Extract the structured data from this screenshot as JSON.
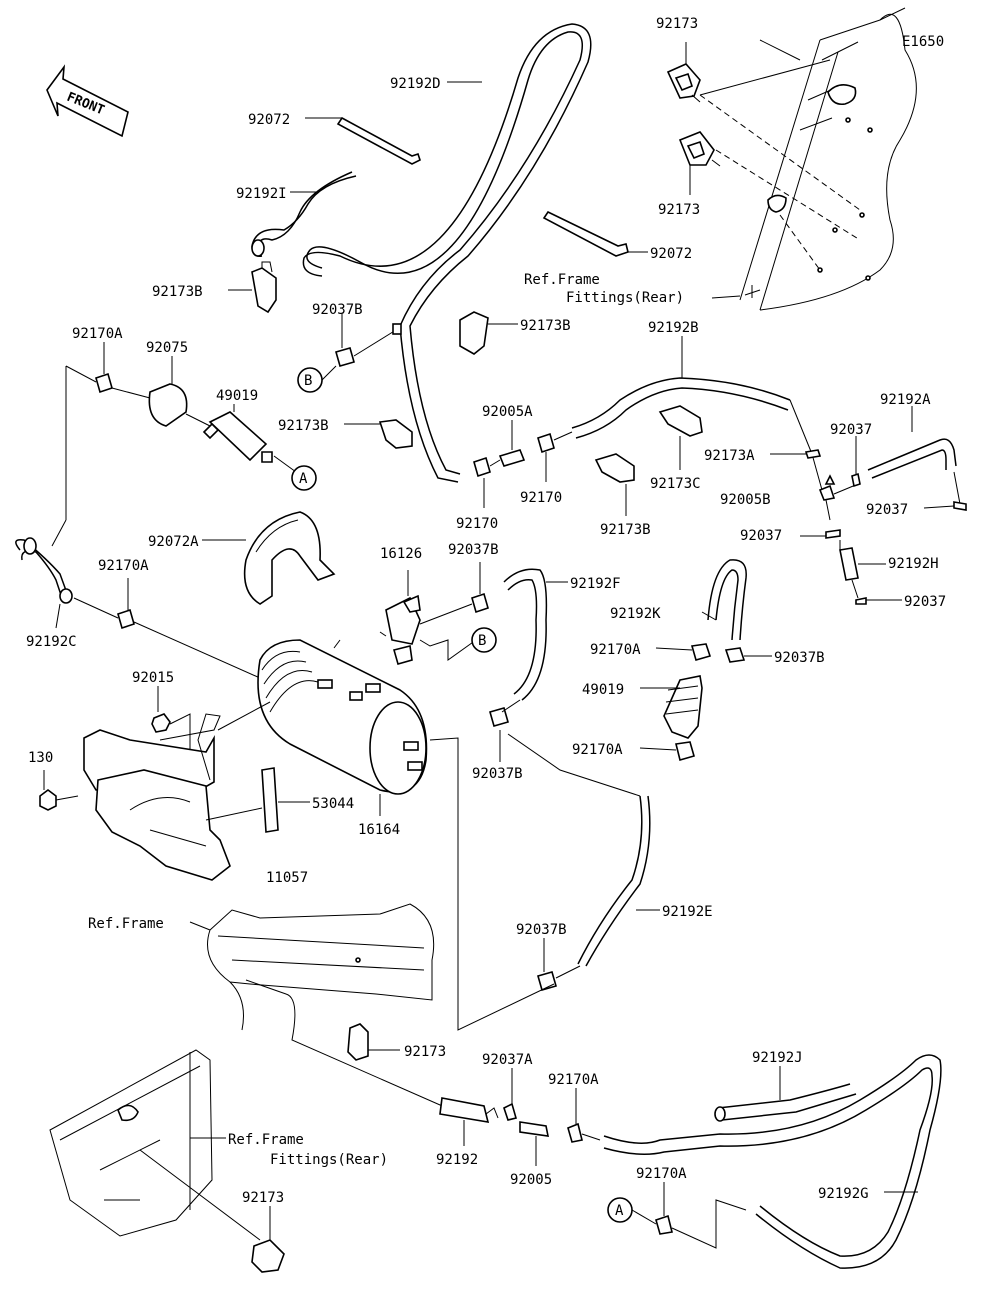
{
  "diagram_code": "E1650",
  "front_label": "FRONT",
  "refs": {
    "ref_frame_fittings_1_line1": "Ref.Frame",
    "ref_frame_fittings_1_line2": "Fittings(Rear)",
    "ref_frame": "Ref.Frame",
    "ref_frame_fittings_2_line1": "Ref.Frame",
    "ref_frame_fittings_2_line2": "Fittings(Rear)"
  },
  "callouts": {
    "A": "A",
    "B": "B"
  },
  "labels": {
    "p92173_a": "92173",
    "p92173_b": "92173",
    "p92192D": "92192D",
    "p92072_a": "92072",
    "p92192I": "92192I",
    "p92072_b": "92072",
    "p92173B_a": "92173B",
    "p92037B_a": "92037B",
    "p92173B_b": "92173B",
    "p92192B": "92192B",
    "p92170A_a": "92170A",
    "p92075": "92075",
    "p49019_a": "49019",
    "p92173B_c": "92173B",
    "p92005A": "92005A",
    "p92192A": "92192A",
    "p92173A": "92173A",
    "p92037_a": "92037",
    "p92170_a": "92170",
    "p92170_b": "92170",
    "p92173C": "92173C",
    "p92005B": "92005B",
    "p92037_b": "92037",
    "p92173B_d": "92173B",
    "p92037_c": "92037",
    "p92072A": "92072A",
    "p16126": "16126",
    "p92037B_b": "92037B",
    "p92192H": "92192H",
    "p92170A_b": "92170A",
    "p92192F": "92192F",
    "p92037_d": "92037",
    "p92192K": "92192K",
    "p92192C": "92192C",
    "p92170A_c": "92170A",
    "p92037B_c": "92037B",
    "p92015": "92015",
    "p49019_b": "49019",
    "p130": "130",
    "p92170A_d": "92170A",
    "p53044": "53044",
    "p92037B_d": "92037B",
    "p16164": "16164",
    "p11057": "11057",
    "p92192E": "92192E",
    "p92037B_e": "92037B",
    "p92173_c": "92173",
    "p92037A": "92037A",
    "p92170A_e": "92170A",
    "p92192J": "92192J",
    "p92192": "92192",
    "p92005": "92005",
    "p92170A_f": "92170A",
    "p92192G": "92192G",
    "p92173_d": "92173"
  }
}
